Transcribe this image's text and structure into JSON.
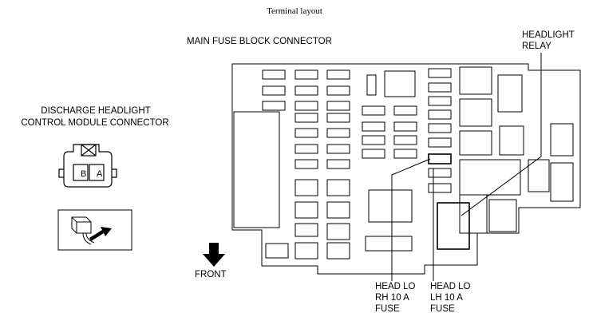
{
  "title": "Terminal layout",
  "labels": {
    "main_fuse_block": "MAIN FUSE BLOCK CONNECTOR",
    "headlight_relay_1": "HEADLIGHT",
    "headlight_relay_2": "RELAY",
    "discharge_1": "DISCHARGE HEADLIGHT",
    "discharge_2": "CONTROL MODULE CONNECTOR",
    "front": "FRONT",
    "head_lo_rh_1": "HEAD LO",
    "head_lo_rh_2": "RH 10 A",
    "head_lo_rh_3": "FUSE",
    "head_lo_lh_1": "HEAD LO",
    "head_lo_lh_2": "LH 10 A",
    "head_lo_lh_3": "FUSE"
  },
  "connector": {
    "terminal_b": "B",
    "terminal_a": "A"
  }
}
